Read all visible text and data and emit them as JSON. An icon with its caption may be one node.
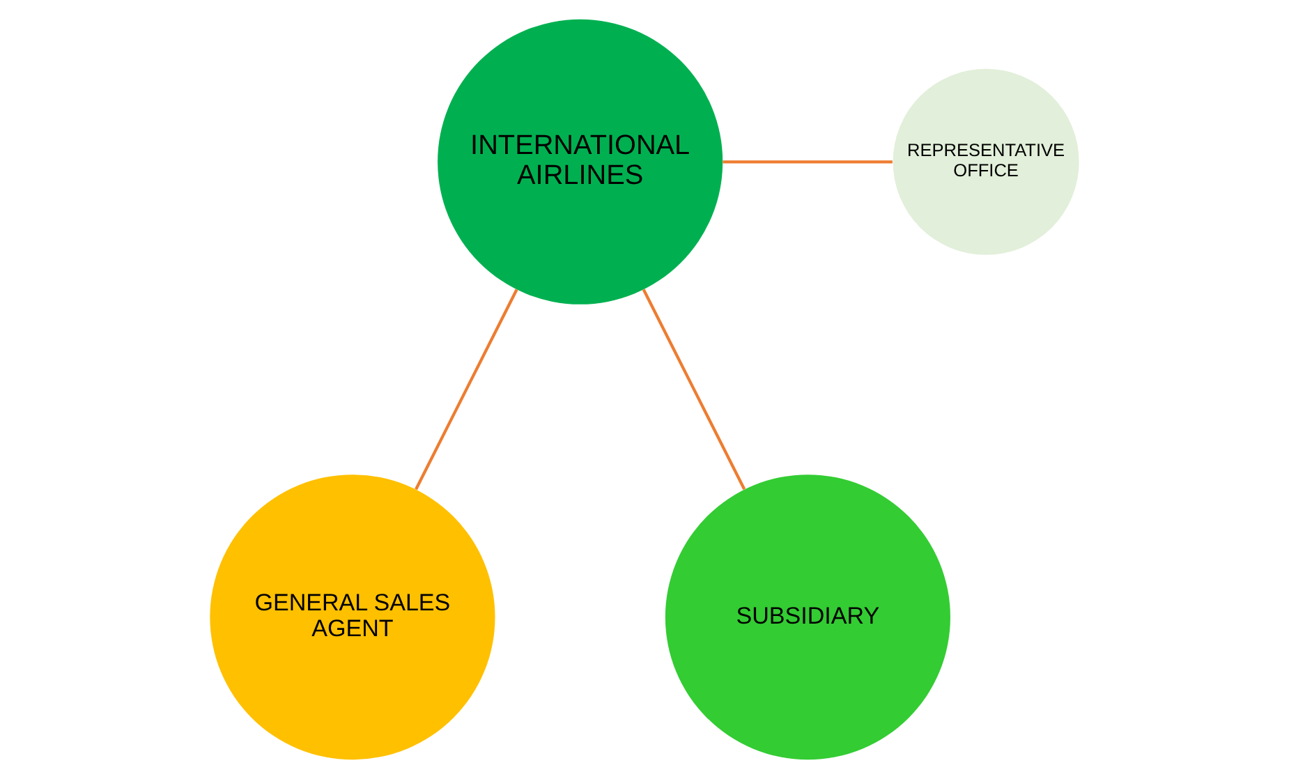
{
  "diagram": {
    "nodes": [
      {
        "text": [
          "INTERNATIONAL AIRLINES"
        ]
      },
      {
        "text": [
          "REPRESENTATIVE OFFICE"
        ]
      },
      {
        "text": [
          "GENERAL SALES AGENT"
        ]
      },
      {
        "text": [
          "SUBSIDIARY"
        ]
      }
    ],
    "edges": [
      {
        "from": 0,
        "to": 2,
        "arrow": "none"
      },
      {
        "from": 0,
        "to": 3,
        "arrow": "none"
      },
      {
        "from": 0,
        "to": 1,
        "arrow": "none"
      }
    ]
  }
}
